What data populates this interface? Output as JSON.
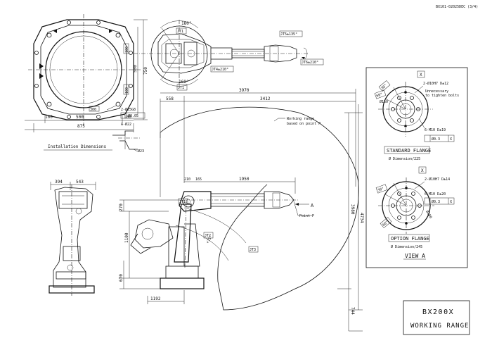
{
  "doc_code": "BX101-02025DEC (3/4)",
  "title_block": {
    "model": "BX200X",
    "subtitle": "WORKING RANGE"
  },
  "installation": {
    "label": "Installation Dimensions",
    "dims": {
      "d100a": "100",
      "d500": "500",
      "d100b": "100",
      "d875": "875",
      "d300": "300",
      "v100": "100",
      "v500": "500",
      "v750": "750",
      "v100b": "100"
    },
    "hole_note": "2-Ø25G8",
    "hole_tol": "Ø0.05",
    "a_note": "A-Ø22",
    "sec_dim": "Ø23"
  },
  "top_view": {
    "a180": "180°",
    "a160": "160°",
    "j1": "JT1",
    "j5": "JT5±135°",
    "j4": "JT4±210°",
    "j6": "JT6±210°"
  },
  "main_view": {
    "d558": "558",
    "d3970": "3970",
    "d3412": "3412",
    "d210": "210",
    "d165": "165",
    "d1950": "1950",
    "d1192": "1192",
    "v270": "270",
    "v1100": "1100",
    "v670": "670",
    "v3980": "3980",
    "v4734": "4734",
    "v744": "744",
    "range_note_1": "Working range",
    "range_note_2": "based on point P",
    "point_p": "Point P",
    "arrow_a": "A",
    "j1": "JT1",
    "j2": "JT2",
    "j3": "JT3",
    "ang": "+75°"
  },
  "side_view": {
    "d394": "394",
    "d543": "543"
  },
  "std_flange": {
    "label": "STANDARD FLANGE",
    "dim_note": "Ø Dimension/225",
    "pin": "2-Ø10H7 D±12",
    "note1": "Unnecessary",
    "note2": "to tighten bolts",
    "bolt": "6-M10 D±19",
    "tol": "Ø0.3",
    "tol_ref": "X",
    "ref": "X",
    "a1": "30°",
    "a2": "60°",
    "dia": "Ø160"
  },
  "opt_flange": {
    "label": "OPTION FLANGE",
    "dim_note": "Ø Dimension/245",
    "pin": "2-Ø10H7 D±14",
    "bolt": "6-M10 D±20",
    "tol": "Ø0.3",
    "tol_ref": "X",
    "ref": "X",
    "a1": "30°",
    "a2": "60°",
    "dia": "Ø180"
  },
  "view_label": "VIEW A"
}
